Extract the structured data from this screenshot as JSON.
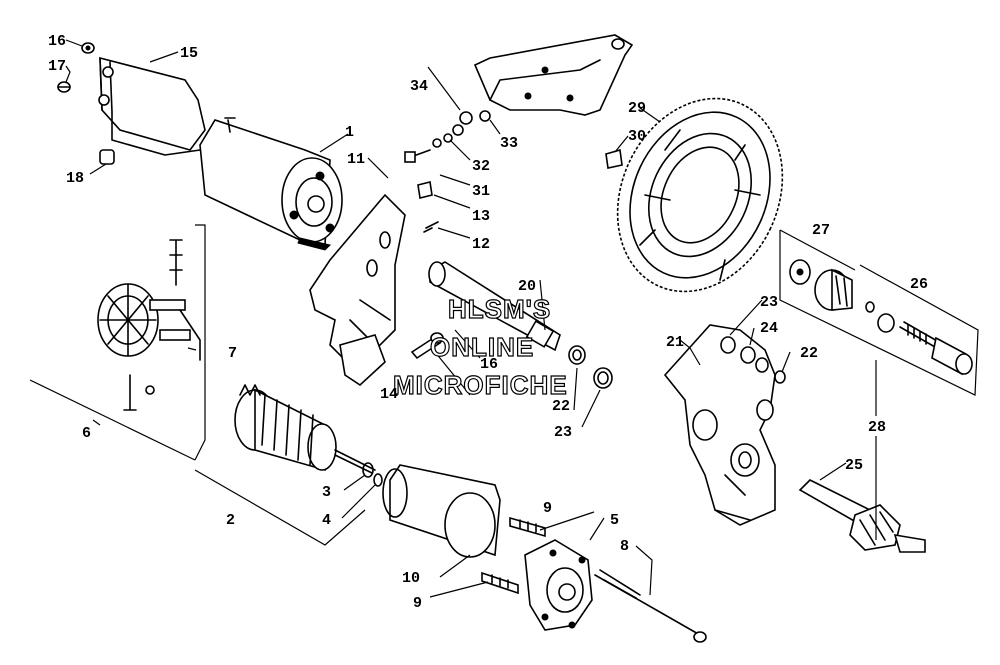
{
  "watermark": {
    "line1": "HLSM'S",
    "line2": "ONLINE",
    "line3": "MICROFICHE"
  },
  "callouts": {
    "c1": "1",
    "c2": "2",
    "c3": "3",
    "c4": "4",
    "c5": "5",
    "c6": "6",
    "c7": "7",
    "c8": "8",
    "c9a": "9",
    "c9b": "9",
    "c10": "10",
    "c11": "11",
    "c12": "12",
    "c13": "13",
    "c14": "14",
    "c15": "15",
    "c16a": "16",
    "c16b": "16",
    "c17": "17",
    "c18": "18",
    "c20": "20",
    "c21": "21",
    "c22a": "22",
    "c22b": "22",
    "c23a": "23",
    "c23b": "23",
    "c24": "24",
    "c25": "25",
    "c26": "26",
    "c27": "27",
    "c28": "28",
    "c29": "29",
    "c30": "30",
    "c31": "31",
    "c32": "32",
    "c33": "33",
    "c34": "34"
  }
}
